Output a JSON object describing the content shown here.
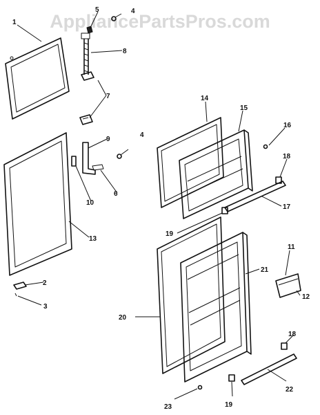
{
  "watermark": "AppliancePartsPros.com",
  "callouts": {
    "n1": "1",
    "n2": "2",
    "n3": "3",
    "n4a": "4",
    "n4b": "4",
    "n5": "5",
    "n6": "6",
    "n7": "7",
    "n8": "8",
    "n9": "9",
    "n10": "10",
    "n11": "11",
    "n12": "12",
    "n13": "13",
    "n14": "14",
    "n15": "15",
    "n16": "16",
    "n17": "17",
    "n18a": "18",
    "n18b": "18",
    "n19a": "19",
    "n19b": "19",
    "n20": "20",
    "n21": "21",
    "n22": "22",
    "n23": "23"
  }
}
